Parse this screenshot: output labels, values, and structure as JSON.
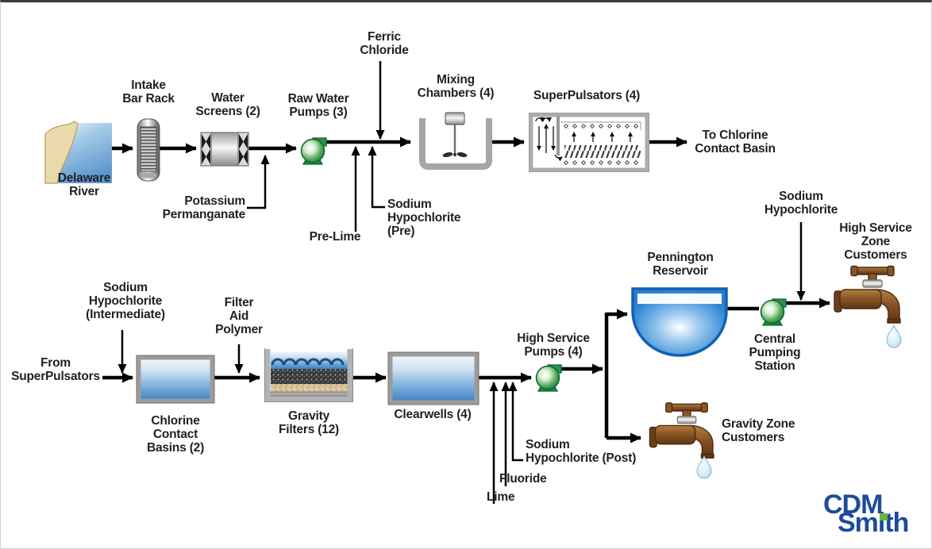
{
  "diagram": {
    "title": "Water treatment plant process flow diagram",
    "labels": {
      "delaware_river": "Delaware\nRiver",
      "intake_bar_rack": "Intake\nBar Rack",
      "water_screens": "Water\nScreens (2)",
      "raw_water_pumps": "Raw Water\nPumps (3)",
      "ferric_chloride": "Ferric\nChloride",
      "potassium_permanganate": "Potassium\nPermanganate",
      "pre_lime": "Pre-Lime",
      "sodium_hypochlorite_pre": "Sodium\nHypochlorite\n(Pre)",
      "mixing_chambers": "Mixing\nChambers (4)",
      "superpulsators": "SuperPulsators (4)",
      "to_chlorine_contact_basin": "To Chlorine\nContact Basin",
      "sodium_hypochlorite_intermediate": "Sodium\nHypochlorite\n(Intermediate)",
      "from_superpulsators": "From\nSuperPulsators",
      "chlorine_contact_basins": "Chlorine\nContact\nBasins (2)",
      "filter_aid_polymer": "Filter\nAid\nPolymer",
      "gravity_filters": "Gravity\nFilters (12)",
      "clearwells": "Clearwells (4)",
      "high_service_pumps": "High Service\nPumps (4)",
      "sodium_hypochlorite_post": "Sodium\nHypochlorite (Post)",
      "fluoride": "Fluoride",
      "lime": "Lime",
      "pennington_reservoir": "Pennington\nReservoir",
      "sodium_hypochlorite_right": "Sodium\nHypochlorite",
      "central_pumping_station": "Central\nPumping\nStation",
      "high_service_zone_customers": "High Service\nZone\nCustomers",
      "gravity_zone_customers": "Gravity Zone\nCustomers"
    },
    "logo": {
      "line1": "CDM",
      "line2": "Smith"
    },
    "colors": {
      "text": "#231f20",
      "line_black": "#000000",
      "pump_green": "#1f8540",
      "tank_blue": "#3f7fc0",
      "reservoir_blue": "#2e86d4",
      "faucet_brown": "#8a5526",
      "drop_blue": "#cfe9f6",
      "logo_navy": "#1d4b9c",
      "logo_green": "#6cb33f"
    },
    "icons": {
      "river-icon": "shoreline with water",
      "intake-bar-rack-icon": "vertical slatted cylinder",
      "water-screens-icon": "drum screen with X end braces",
      "pump-icon": "green centrifugal pump",
      "mixing-chamber-icon": "open tank with mixer",
      "superpulsator-icon": "clarifier with plates and flow arrows",
      "basin-icon": "blue water tank",
      "gravity-filter-icon": "layered media filter",
      "reservoir-icon": "blue bowl reservoir",
      "faucet-icon": "brown tap with water drop",
      "drop-icon": "water droplet"
    }
  }
}
